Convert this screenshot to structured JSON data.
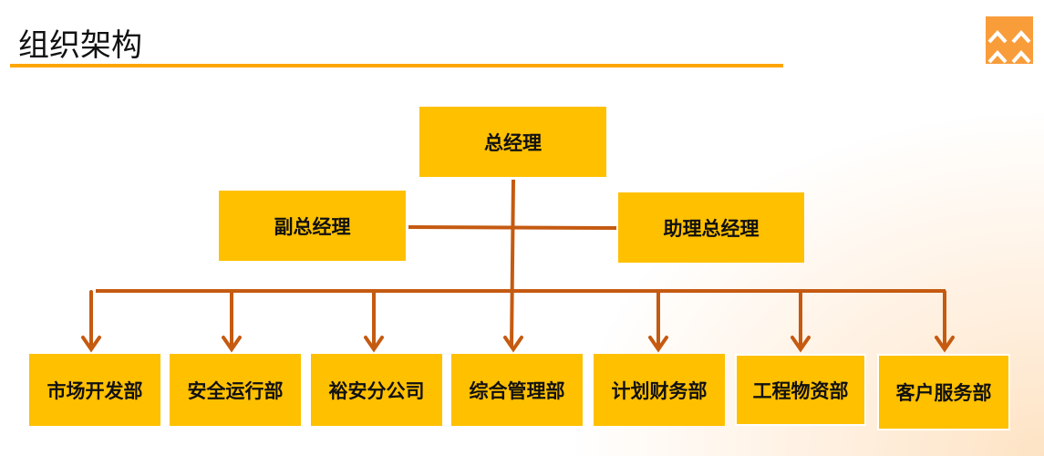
{
  "title": "组织架构",
  "colors": {
    "box": "#ffc000",
    "line": "#c55a11",
    "accent": "#ffa500",
    "logo": "#f99d3a"
  },
  "top": "总经理",
  "deputy": "副总经理",
  "assistant": "助理总经理",
  "departments": [
    "市场开发部",
    "安全运行部",
    "裕安分公司",
    "综合管理部",
    "计划财务部",
    "工程物资部",
    "客户服务部"
  ]
}
